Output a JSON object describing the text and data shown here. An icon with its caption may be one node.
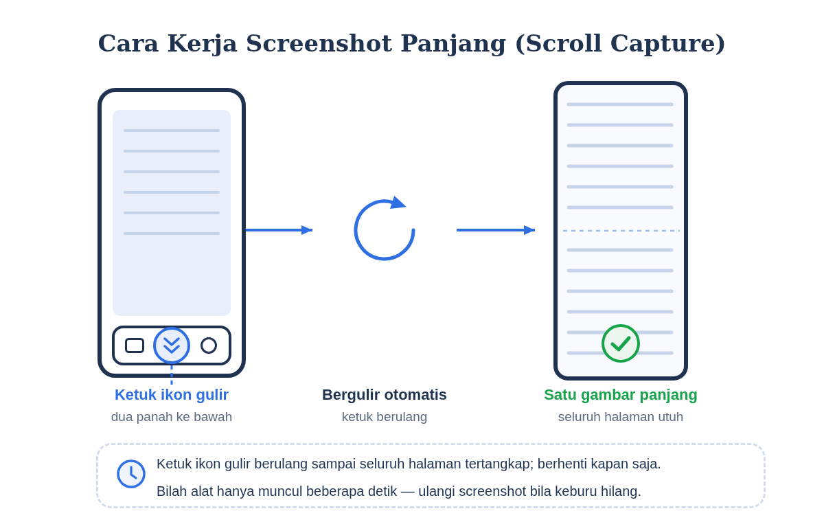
{
  "diagram": {
    "title": "Cara Kerja Screenshot Panjang (Scroll Capture)",
    "nodes": [
      {
        "text": [],
        "shape": "picture"
      },
      {
        "text": [],
        "shape": "circle",
        "in": 0
      },
      {
        "text": [
          "Ketuk ikon gulir",
          "dua panah ke bawah"
        ]
      },
      {
        "text": [
          "Bergulir otomatis",
          "ketuk berulang"
        ]
      },
      {
        "text": [
          "Satu gambar panjang",
          "seluruh halaman utuh"
        ]
      },
      {
        "text": [
          "Ketuk ikon gulir berulang sampai seluruh halaman tertangkap; berhenti kapan saja.",
          "Bilah alat hanya muncul beberapa detik — ulangi screenshot bila keburu hilang."
        ]
      }
    ],
    "edges": [
      {
        "from": 0,
        "to": 3,
        "arrow": "to"
      },
      {
        "from": 3,
        "to": 4,
        "arrow": "to"
      },
      {
        "from": 2,
        "to": 1,
        "arrow": "none",
        "style": "dashed"
      }
    ]
  }
}
